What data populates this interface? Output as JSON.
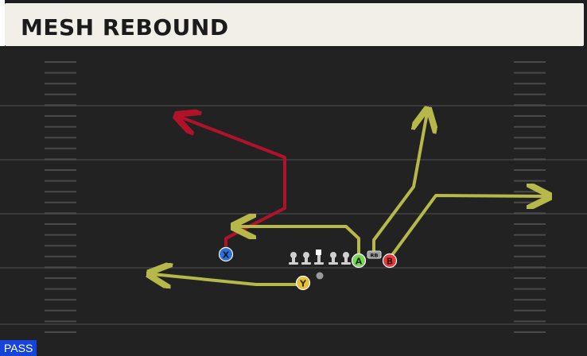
{
  "play": {
    "title": "MESH REBOUND",
    "type_label": "PASS"
  },
  "players": {
    "x": {
      "label": "X",
      "color": "#2f6fd8"
    },
    "y": {
      "label": "Y",
      "color": "#e6c23a"
    },
    "a": {
      "label": "A",
      "color": "#7ad35a"
    },
    "b": {
      "label": "B",
      "color": "#e03a3a"
    },
    "rb": {
      "label": "RB",
      "color": "#c8c8c8"
    }
  },
  "routes": {
    "primary_color": "#b0122a",
    "secondary_color": "#b6b84a"
  },
  "field": {
    "background": "#222222",
    "line_color": "#3a3a3a",
    "hash_color": "#4a4a4a"
  }
}
